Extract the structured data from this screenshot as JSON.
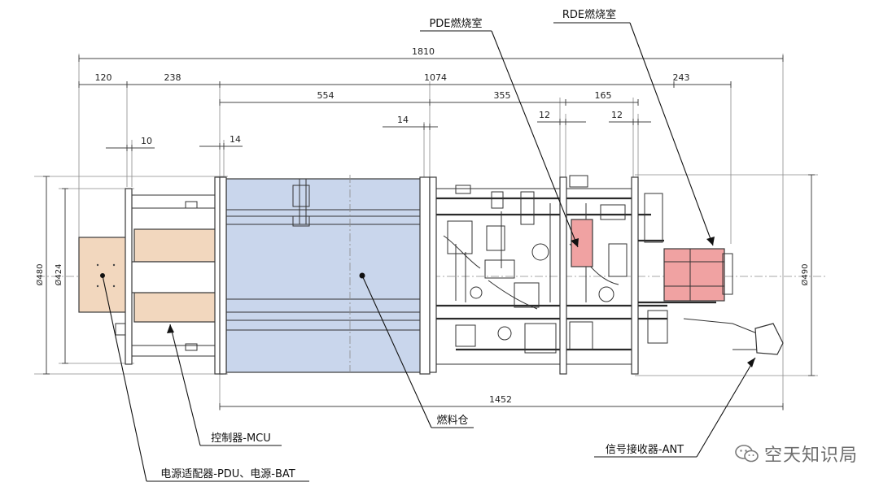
{
  "dimensions": {
    "overall_length": "1810",
    "seg_120": "120",
    "seg_238": "238",
    "seg_1074": "1074",
    "seg_243": "243",
    "seg_554": "554",
    "seg_355": "355",
    "seg_165": "165",
    "seg_14_center": "14",
    "seg_12_left": "12",
    "seg_12_right": "12",
    "seg_10": "10",
    "seg_14_left": "14",
    "bottom_length": "1452",
    "dia_480": "Ø480",
    "dia_424": "Ø424",
    "dia_490": "Ø490"
  },
  "callouts": {
    "pde_chamber": "PDE燃烧室",
    "rde_chamber": "RDE燃烧室",
    "fuel_tank": "燃料仓",
    "controller": "控制器-MCU",
    "power": "电源适配器-PDU、电源-BAT",
    "receiver": "信号接收器-ANT"
  },
  "watermark": {
    "text": "空天知识局",
    "icon": "wechat-icon"
  },
  "colors": {
    "fuel_tank_fill": "#c9d6ec",
    "power_block_fill": "#f2d7be",
    "combustor_fill": "#f0a2a2"
  }
}
